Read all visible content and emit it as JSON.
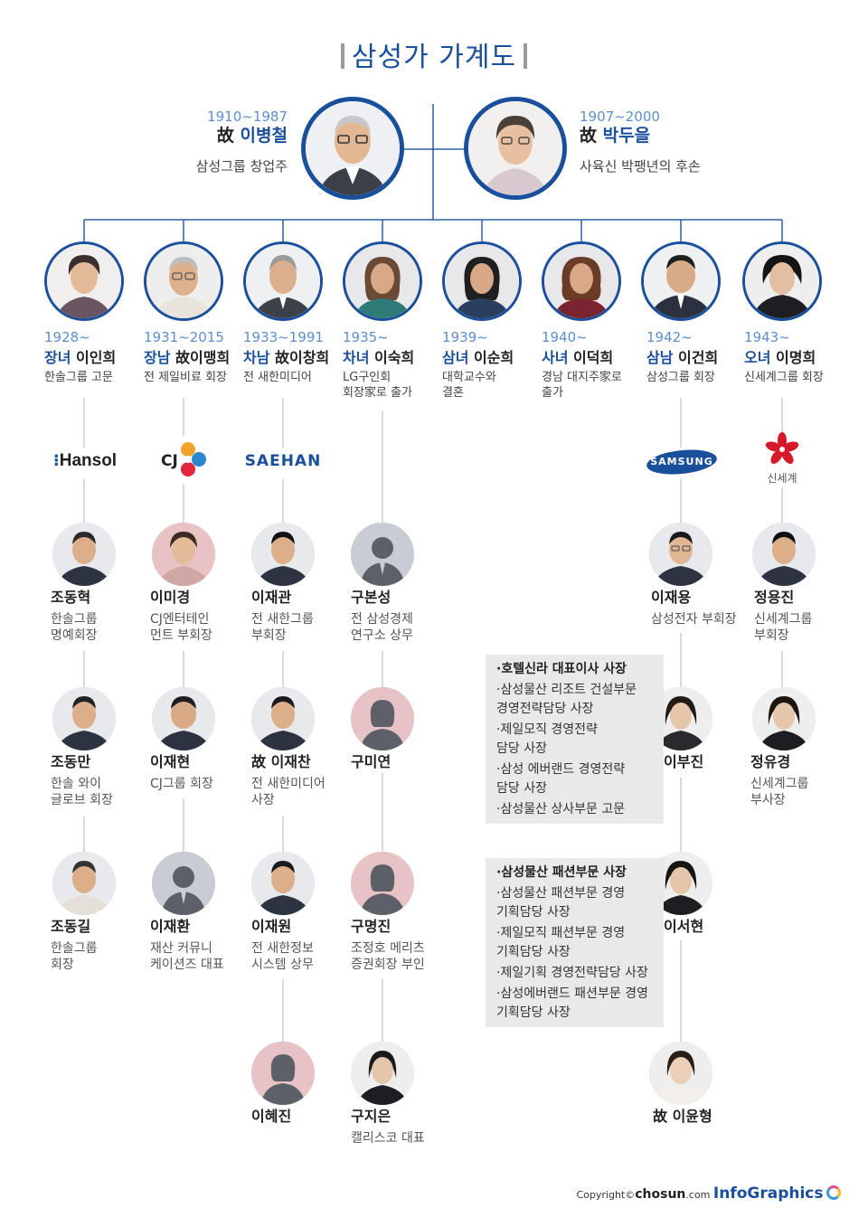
{
  "title": "삼성가 가계도",
  "parents": [
    {
      "years": "1910~1987",
      "prefix": "故 ",
      "name": "이병철",
      "desc": "삼성그룹 창업주",
      "icon": "man-elder-portrait-icon"
    },
    {
      "years": "1907~2000",
      "prefix": "故 ",
      "name": "박두을",
      "desc": "사육신 박팽년의 후손",
      "icon": "woman-elder-portrait-icon"
    }
  ],
  "children": [
    {
      "years": "1928~",
      "rel": "장녀 ",
      "name": "이인희",
      "desc": "한솔그룹 고문",
      "gender": "f"
    },
    {
      "years": "1931~2015",
      "rel": "장남 ",
      "name": "故이맹희",
      "desc": "전 제일비료 회장",
      "gender": "m"
    },
    {
      "years": "1933~1991",
      "rel": "차남 ",
      "name": "故이창희",
      "desc": "전 새한미디어",
      "gender": "m"
    },
    {
      "years": "1935~",
      "rel": "차녀 ",
      "name": "이숙희",
      "desc": "LG구인회\n회장家로 출가",
      "gender": "f"
    },
    {
      "years": "1939~",
      "rel": "삼녀 ",
      "name": "이순희",
      "desc": "대학교수와\n결혼",
      "gender": "f"
    },
    {
      "years": "1940~",
      "rel": "사녀 ",
      "name": "이덕희",
      "desc": "경남 대지주家로\n출가",
      "gender": "f"
    },
    {
      "years": "1942~",
      "rel": "삼남 ",
      "name": "이건희",
      "desc": "삼성그룹 회장",
      "gender": "m"
    },
    {
      "years": "1943~",
      "rel": "오녀 ",
      "name": "이명희",
      "desc": "신세계그룹 회장",
      "gender": "f"
    }
  ],
  "logos": {
    "hansol": "Hansol",
    "cj": "CJ",
    "saehan": "SAEHAN",
    "samsung": "SAMSUNG",
    "shinsegae": "신세계"
  },
  "descendants": {
    "col0": [
      {
        "name": "조동혁",
        "desc": "한솔그룹\n명예회장"
      },
      {
        "name": "조동만",
        "desc": "한솔 와이\n글로브 회장"
      },
      {
        "name": "조동길",
        "desc": "한솔그룹\n회장"
      }
    ],
    "col1": [
      {
        "name": "이미경",
        "desc": "CJ엔터테인\n먼트 부회장"
      },
      {
        "name": "이재현",
        "desc": "CJ그룹 회장"
      },
      {
        "name": "이재환",
        "desc": "재산 커뮤니\n케이션즈 대표"
      }
    ],
    "col2": [
      {
        "name": "이재관",
        "desc": "전 새한그룹\n부회장"
      },
      {
        "name": "故 이재찬",
        "desc": "전 새한미디어\n사장"
      },
      {
        "name": "이재원",
        "desc": "전 새한정보\n시스템 상무"
      },
      {
        "name": "이혜진",
        "desc": ""
      }
    ],
    "col3": [
      {
        "name": "구본성",
        "desc": "전 삼성경제\n연구소 상무"
      },
      {
        "name": "구미연",
        "desc": ""
      },
      {
        "name": "구명진",
        "desc": "조정호 메리츠\n증권회장 부인"
      },
      {
        "name": "구지은",
        "desc": "캘리스코 대표"
      }
    ],
    "col6": [
      {
        "name": "이재용",
        "desc": "삼성전자 부회장"
      },
      {
        "name": "이부진",
        "desc": ""
      },
      {
        "name": "이서현",
        "desc": ""
      },
      {
        "name": "故 이윤형",
        "desc": ""
      }
    ],
    "col7": [
      {
        "name": "정용진",
        "desc": "신세계그룹\n부회장"
      },
      {
        "name": "정유경",
        "desc": "신세계그룹\n부사장"
      }
    ]
  },
  "info_boxes": [
    {
      "items": [
        "·호텔신라 대표이사 사장",
        "·삼성물산 리조트 건설부문\n  경영전략담당 사장",
        "·제일모직 경영전략\n  담당 사장",
        "·삼성 에버랜드 경영전략\n  담당 사장",
        "·삼성물산 상사부문 고문"
      ]
    },
    {
      "items": [
        "·삼성물산 패션부문 사장",
        "·삼성물산 패션부문 경영\n  기획담당 사장",
        "·제일모직 패션부문 경영\n  기획담당 사장",
        "·제일기획 경영전략담당 사장",
        "·삼성에버랜드 패션부문 경영\n  기획담당 사장"
      ]
    }
  ],
  "footer": {
    "copyright": "Copyright©",
    "brand": "chosun",
    "domain": ".com",
    "label": "InfoGraphics"
  },
  "colors": {
    "accent": "#1a4f9c",
    "line": "#2e5da6",
    "light_blue": "#5c8fcf",
    "silhouette_m": "#c9ccd2",
    "silhouette_f": "#e8c3c6"
  }
}
